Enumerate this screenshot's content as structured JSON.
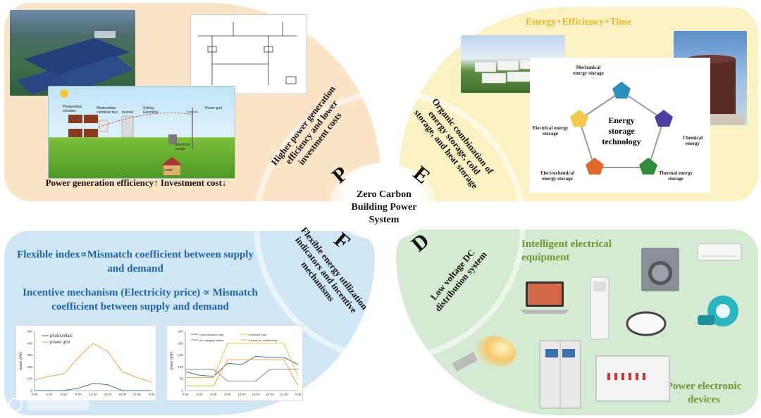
{
  "center": {
    "line1": "Zero Carbon",
    "line2": "Building Power",
    "line3": "System"
  },
  "letters": {
    "p": "P",
    "e": "E",
    "f": "F",
    "d": "D"
  },
  "arcs": {
    "p": "Higher power generation\nefficiency and lower\ninvestment costs",
    "e": "Organic combination of\nenergy storage, cold\nstorage, and heat storage",
    "f": "Flexible energy utilization\nindicators and incentive\nmechanisms",
    "d": "Low voltage DC\ndistribution system"
  },
  "pv": {
    "caption": "Power generation efficiency↑ Investment cost↓",
    "labels": [
      "Photovoltaic modules",
      "Photovoltaic combiner box",
      "Inverter",
      "Selling Electricity",
      "Power grid",
      "Electricity usage",
      "Load"
    ]
  },
  "storage": {
    "title": "Energy+Efficiency+Time",
    "hub": "Energy storage technology",
    "nodes": [
      "Mechanical energy storage",
      "Chemical energy",
      "Thermal energy storage",
      "Electrochemical energy storage",
      "Electrical energy storage"
    ],
    "colors": {
      "mechanical": "#2c8fb8",
      "chemical": "#4b3fa0",
      "thermal": "#2f8a3a",
      "electrochemical": "#e06a2c",
      "electrical": "#f2c94c"
    }
  },
  "flex": {
    "line1": "Flexible index∝Mismatch coefficient between supply and demand",
    "line2": "Incentive mechanism (Electricity price) ∝ Mismatch coefficient between supply and demand"
  },
  "dc": {
    "title1": "Intelligent electrical equipment",
    "title2": "Power electronic devices"
  },
  "chart_data": [
    {
      "type": "line",
      "ylabel": "power (kW)",
      "x": [
        "0:00",
        "3:00",
        "6:00",
        "9:00",
        "12:00",
        "15:00",
        "18:00",
        "21:00",
        "0:00"
      ],
      "ylim": [
        0,
        500
      ],
      "yticks": [
        0,
        100,
        200,
        300,
        400,
        500
      ],
      "series": [
        {
          "name": "photovoltaic",
          "color": "#3b6fb6",
          "values": [
            0,
            0,
            0,
            20,
            60,
            50,
            0,
            0,
            0
          ]
        },
        {
          "name": "power grid",
          "color": "#f0a640",
          "values": [
            90,
            120,
            140,
            280,
            400,
            330,
            160,
            110,
            70
          ]
        }
      ]
    },
    {
      "type": "line",
      "ylabel": "power (kW)",
      "x": [
        "0:00",
        "3:00",
        "6:00",
        "9:00",
        "12:00",
        "15:00",
        "18:00",
        "21:00",
        "0:00"
      ],
      "ylim": [
        0,
        250
      ],
      "yticks": [
        0,
        50,
        100,
        150,
        200,
        250
      ],
      "series": [
        {
          "name": "Uncontrollable load",
          "color": "#3b6fb6",
          "values": [
            80,
            65,
            60,
            115,
            110,
            145,
            140,
            140,
            110
          ]
        },
        {
          "name": "Invertible load",
          "color": "#f0c030",
          "values": [
            55,
            55,
            55,
            200,
            200,
            200,
            200,
            200,
            60
          ]
        },
        {
          "name": "Air charging station",
          "color": "#888888",
          "values": [
            90,
            90,
            90,
            40,
            40,
            40,
            90,
            90,
            90
          ]
        },
        {
          "name": "central air conditioning",
          "color": "#f0a640",
          "values": [
            20,
            20,
            20,
            130,
            130,
            130,
            130,
            130,
            20
          ]
        }
      ]
    }
  ]
}
